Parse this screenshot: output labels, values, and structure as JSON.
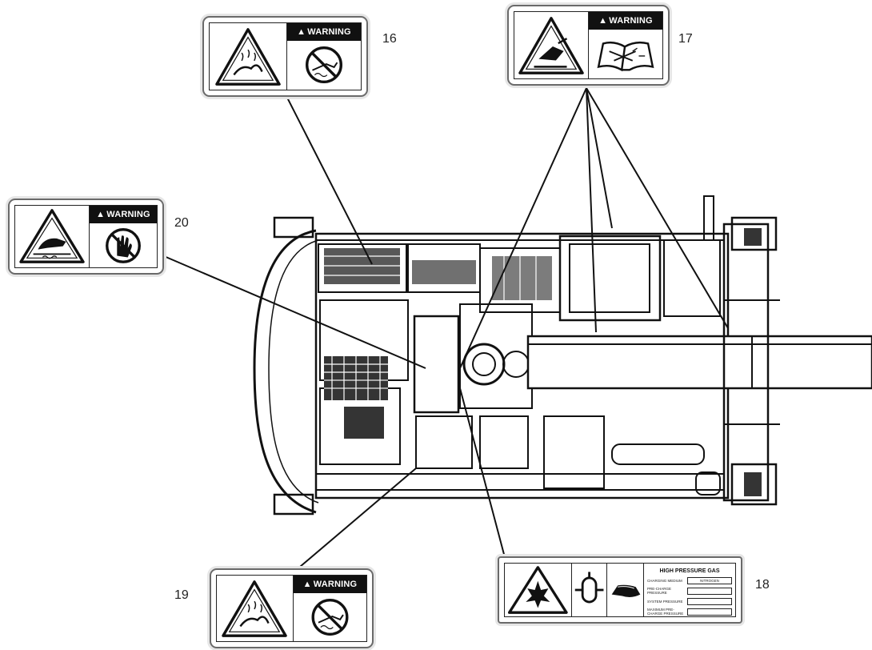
{
  "labels": {
    "warning": "WARNING",
    "callouts": {
      "c16": "16",
      "c17": "17",
      "c18": "18",
      "c19": "19",
      "c20": "20"
    }
  },
  "decal18": {
    "title": "HIGH PRESSURE GAS",
    "rows": [
      {
        "label": "CHARGING MEDIUM",
        "value": "NITROGEN"
      },
      {
        "label": "PRE-CHARGE PRESSURE",
        "value": ""
      },
      {
        "label": "SYSTEM PRESSURE",
        "value": ""
      },
      {
        "label": "MAXIMUM PRE-CHARGE PRESSURE",
        "value": ""
      }
    ]
  },
  "colors": {
    "line": "#111111",
    "decal_border": "#6a6a6a",
    "header_bg": "#111111"
  },
  "icons": {
    "d16": [
      "hot-fluid-hazard-icon",
      "no-open-hot-radiator-icon"
    ],
    "d17": [
      "crush-hazard-icon",
      "read-manual-icon"
    ],
    "d18": [
      "explosion-hazard-icon",
      "accumulator-icon",
      "manual-icon"
    ],
    "d19": [
      "hot-fluid-hazard-icon",
      "no-open-hot-radiator-icon"
    ],
    "d20": [
      "hot-surface-hazard-icon",
      "no-touch-hand-icon"
    ]
  }
}
